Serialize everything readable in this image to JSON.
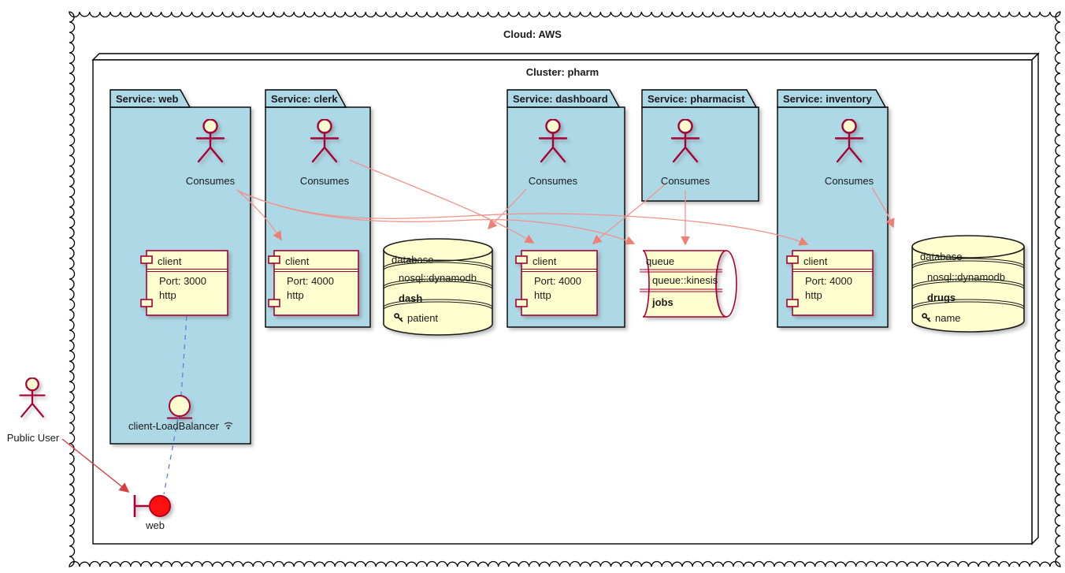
{
  "diagram": {
    "cloud_label": "Cloud: AWS",
    "cluster_label": "Cluster: pharm"
  },
  "services": [
    {
      "title": "Service: web",
      "actor": "Consumes",
      "client": {
        "title": "client",
        "port": "Port: 3000",
        "proto": "http"
      }
    },
    {
      "title": "Service: clerk",
      "actor": "Consumes",
      "client": {
        "title": "client",
        "port": "Port: 4000",
        "proto": "http"
      }
    },
    {
      "title": "Service: dashboard",
      "actor": "Consumes",
      "client": {
        "title": "client",
        "port": "Port: 4000",
        "proto": "http"
      }
    },
    {
      "title": "Service: pharmacist",
      "actor": "Consumes"
    },
    {
      "title": "Service: inventory",
      "actor": "Consumes",
      "client": {
        "title": "client",
        "port": "Port: 4000",
        "proto": "http"
      }
    }
  ],
  "databases": [
    {
      "stereotype": "database",
      "tech": "nosql::dynamodb",
      "name": "dash",
      "key_field": "patient"
    },
    {
      "stereotype": "database",
      "tech": "nosql::dynamodb",
      "name": "drugs",
      "key_field": "name"
    }
  ],
  "queue": {
    "stereotype": "queue",
    "tech": "queue::kinesis",
    "name": "jobs"
  },
  "load_balancer": {
    "label": "client-LoadBalancer"
  },
  "public_user": {
    "label": "Public User"
  },
  "endpoint": {
    "label": "web"
  },
  "edges": [
    {
      "from": "web.Consumes",
      "to": "clerk.client"
    },
    {
      "from": "web.Consumes",
      "to": "queue.jobs"
    },
    {
      "from": "web.Consumes",
      "to": "inventory.client"
    },
    {
      "from": "clerk.Consumes",
      "to": "dashboard.client"
    },
    {
      "from": "dashboard.Consumes",
      "to": "database.dash"
    },
    {
      "from": "pharmacist.Consumes",
      "to": "dashboard.client"
    },
    {
      "from": "pharmacist.Consumes",
      "to": "queue.jobs"
    },
    {
      "from": "inventory.Consumes",
      "to": "database.drugs"
    },
    {
      "from": "Public User",
      "to": "web endpoint"
    },
    {
      "from": "web.client",
      "to": "client-LoadBalancer",
      "style": "dashed"
    },
    {
      "from": "client-LoadBalancer",
      "to": "web endpoint",
      "style": "dashed"
    }
  ],
  "colors": {
    "package_fill": "#ADD8E6",
    "component_fill": "#FEFECE",
    "component_border": "#A80036",
    "consume_edge": "#F0938C",
    "user_edge": "#D93C43",
    "dashed_link": "#5B7FD7",
    "endpoint_fill": "#FF1010"
  }
}
